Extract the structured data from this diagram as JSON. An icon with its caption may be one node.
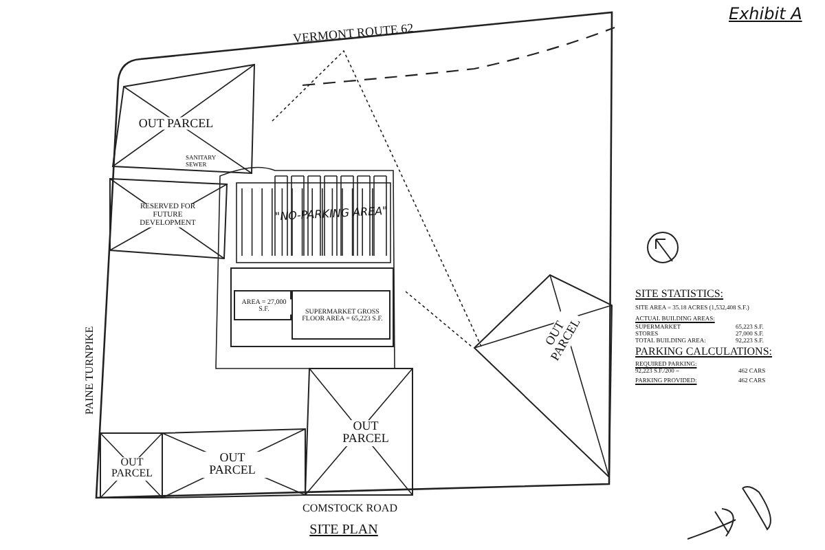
{
  "diagram": {
    "title": "SITE PLAN",
    "nodes": [
      {
        "text": [
          "OUT PARCEL"
        ]
      },
      {
        "text": [
          "RESERVED FOR FUTURE DEVELOPMENT"
        ]
      },
      {
        "text": [
          "AREA = 27,000 S.F."
        ]
      },
      {
        "text": [
          "SUPERMARKET GROSS FLOOR AREA = 65,223 S.F."
        ]
      },
      {
        "text": [
          "OUT PARCEL"
        ]
      },
      {
        "text": [
          "OUT PARCEL"
        ]
      },
      {
        "text": [
          "OUT PARCEL"
        ]
      },
      {
        "text": [
          "OUT PARCEL"
        ]
      }
    ],
    "labels": [
      "Exhibit A",
      "VERMONT ROUTE 62",
      "SANITARY SEWER",
      "\"NO-PARKING AREA\"",
      "PAINE TURNPIKE",
      "SITE STATISTICS:",
      "SITE AREA = 35.18 ACRES (1,532,408 S.F.)",
      "ACTUAL BUILDING AREAS:",
      "SUPERMARKET",
      "65,223 S.F.",
      "STORES",
      "27,000 S.F.",
      "TOTAL BUILDING AREA:",
      "92,223 S.F.",
      "PARKING CALCULATIONS:",
      "REQUIRED PARKING:",
      "92,223 S.F./200 =",
      "462 CARS",
      "PARKING PROVIDED:",
      "462 CARS",
      "COMSTOCK ROAD"
    ]
  }
}
